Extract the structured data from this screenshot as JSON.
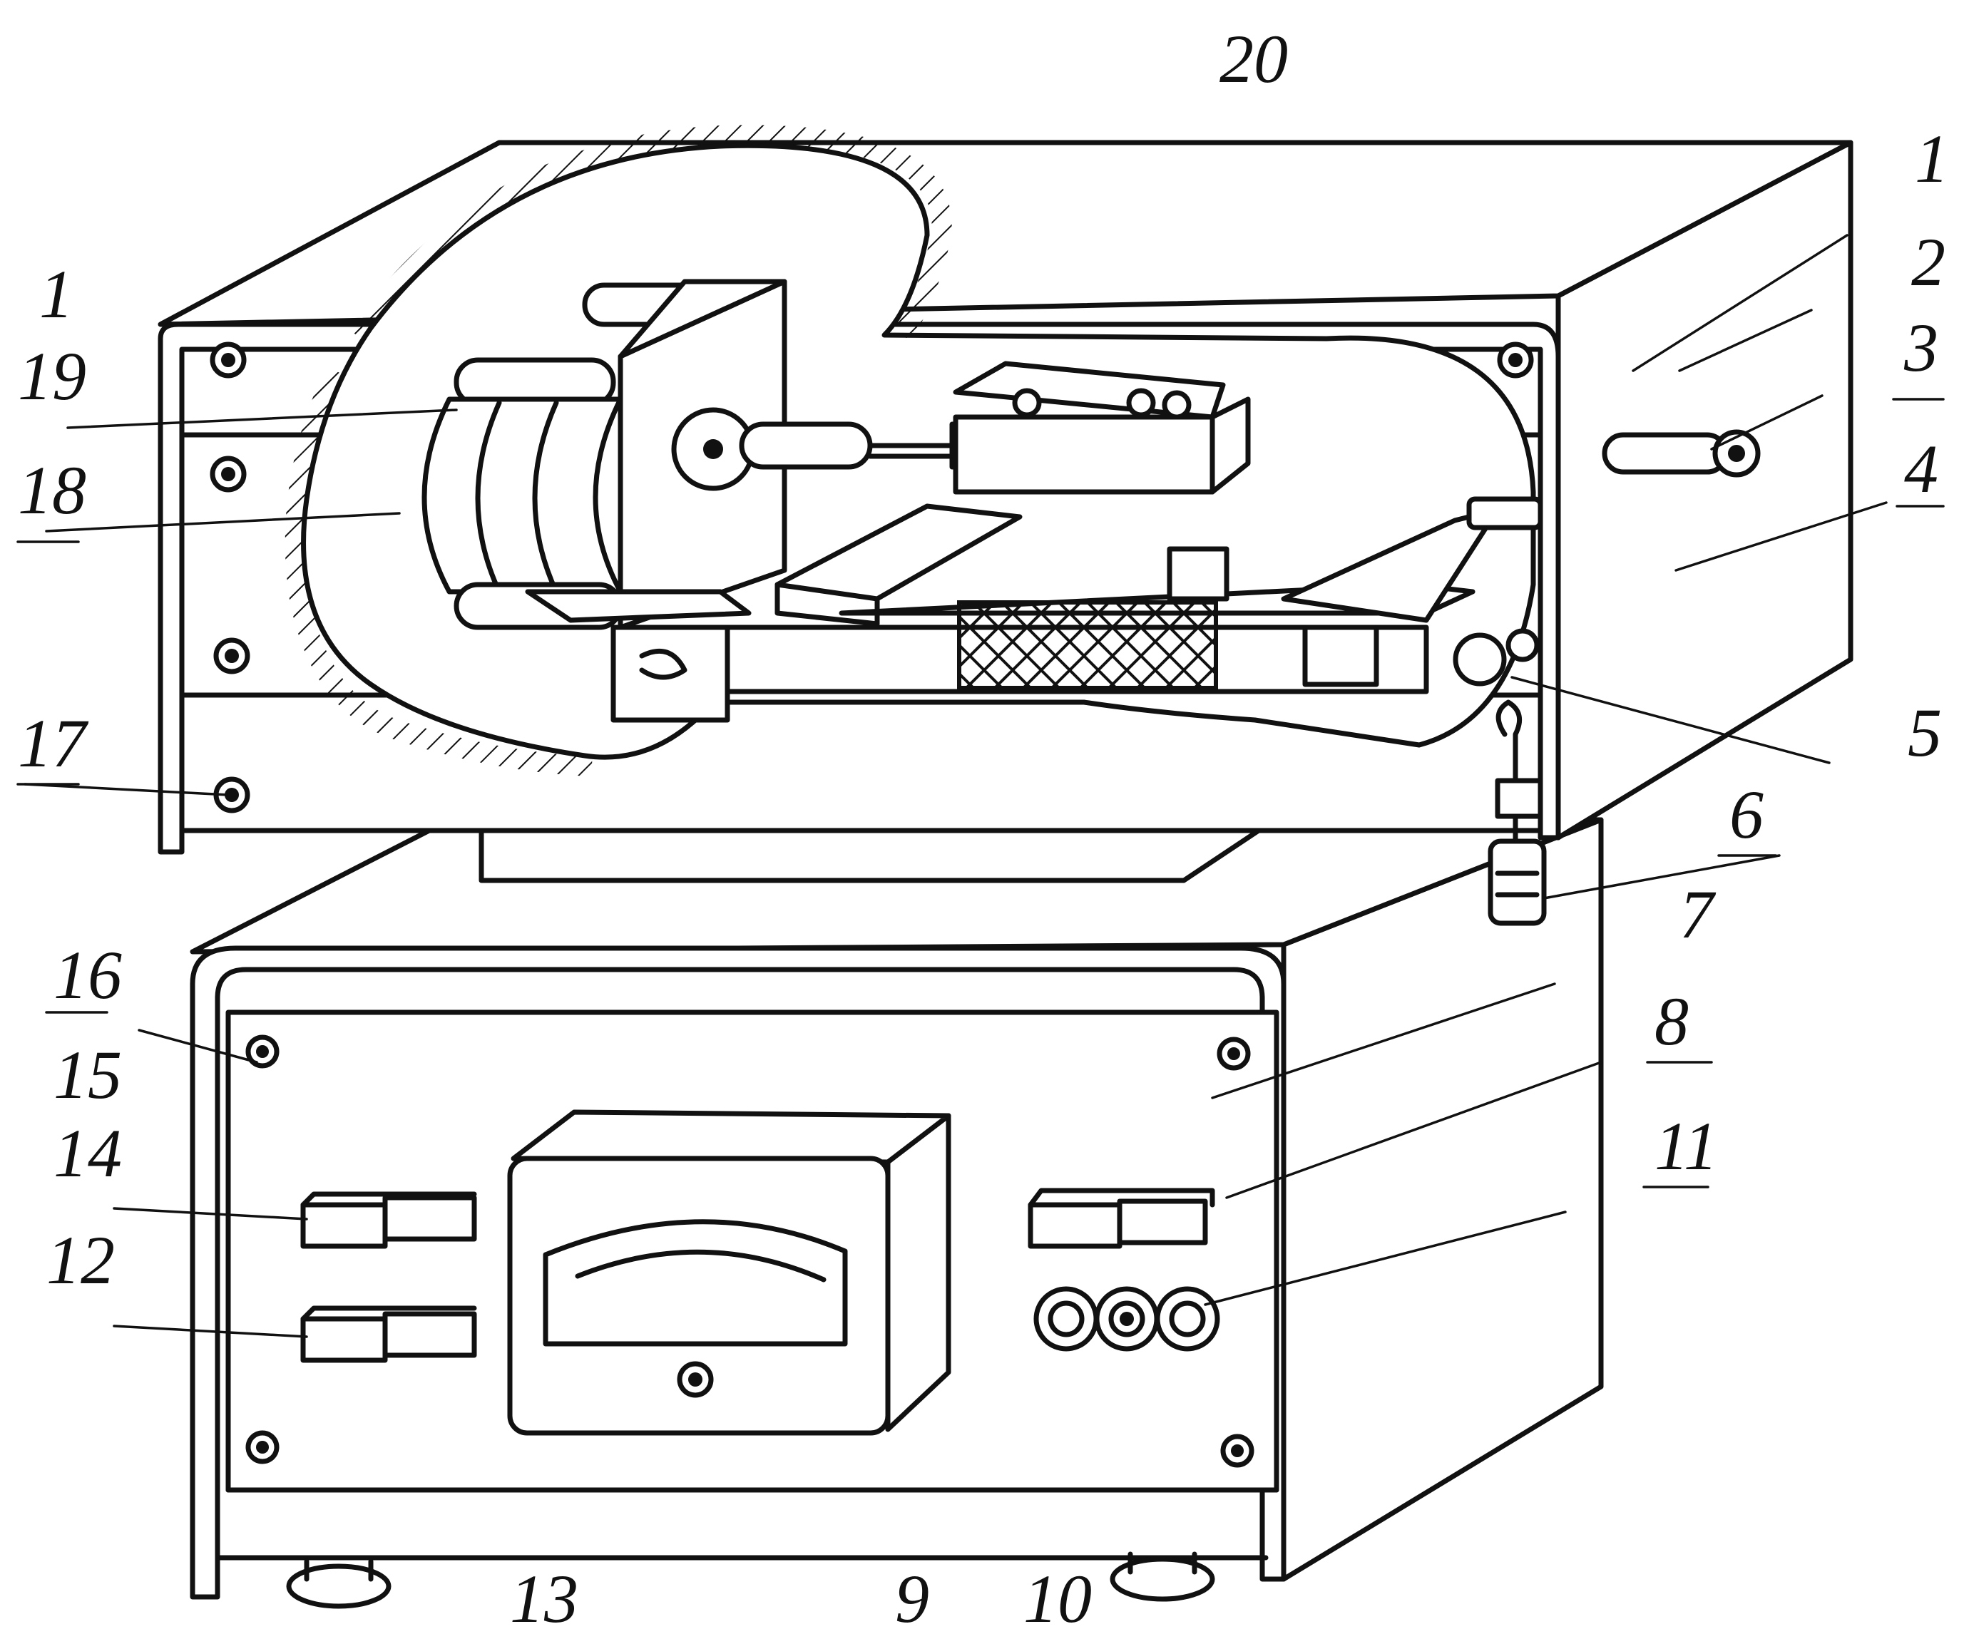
{
  "figure": {
    "callouts": [
      {
        "id": "1",
        "text": "1"
      },
      {
        "id": "2",
        "text": "2"
      },
      {
        "id": "3",
        "text": "3"
      },
      {
        "id": "4",
        "text": "4"
      },
      {
        "id": "5",
        "text": "5"
      },
      {
        "id": "6",
        "text": "6"
      },
      {
        "id": "7",
        "text": "7"
      },
      {
        "id": "8",
        "text": "8"
      },
      {
        "id": "9",
        "text": "9"
      },
      {
        "id": "10",
        "text": "10"
      },
      {
        "id": "11",
        "text": "11"
      },
      {
        "id": "12",
        "text": "12"
      },
      {
        "id": "13",
        "text": "13"
      },
      {
        "id": "14",
        "text": "14"
      },
      {
        "id": "15",
        "text": "15"
      },
      {
        "id": "16",
        "text": "16"
      },
      {
        "id": "17",
        "text": "17"
      },
      {
        "id": "18",
        "text": "18"
      },
      {
        "id": "19",
        "text": "19"
      },
      {
        "id": "20",
        "text": "20"
      }
    ]
  }
}
